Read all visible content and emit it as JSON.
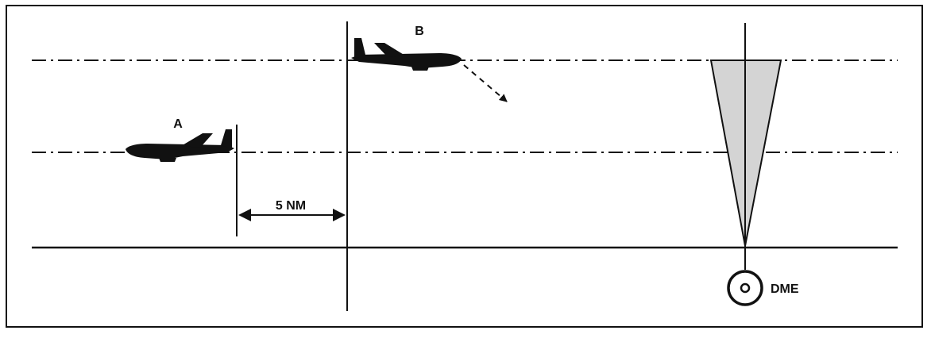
{
  "labels": {
    "aircraft_a": "A",
    "aircraft_b": "B",
    "separation": "5 NM",
    "station": "DME"
  },
  "colors": {
    "ink": "#111111",
    "cone_fill": "#d4d4d4",
    "background": "#ffffff"
  },
  "icons": {
    "aircraft_a": "airplane-icon",
    "aircraft_b": "airplane-icon",
    "station": "dme-station-icon",
    "descent_arrow": "arrow-down-right-icon",
    "separation_arrow": "double-arrow-icon"
  }
}
